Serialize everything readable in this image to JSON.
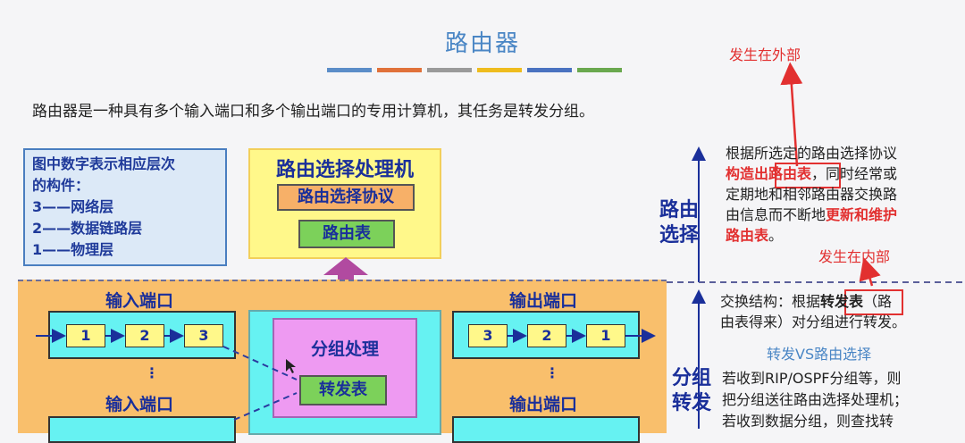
{
  "title": "路由器",
  "stripe_colors": [
    "#5b8dc8",
    "#e0713a",
    "#9a9a9a",
    "#eebc1e",
    "#4a72c0",
    "#6aa84f"
  ],
  "intro": "路由器是一种具有多个输入端口和多个输出端口的专用计算机，其任务是转发分组。",
  "legend": {
    "heading_line1": "图中数字表示相应层次",
    "heading_line2": "的构件：",
    "items": [
      "3——网络层",
      "2——数据链路层",
      "1——物理层"
    ]
  },
  "routing_processor": {
    "title": "路由选择处理机",
    "protocol": "路由选择协议",
    "table": "路由表"
  },
  "input_port": {
    "label": "输入端口",
    "cells": [
      "1",
      "2",
      "3"
    ],
    "ellipsis": "⋮"
  },
  "output_port": {
    "label": "输出端口",
    "cells": [
      "3",
      "2",
      "1"
    ],
    "ellipsis": "⋮"
  },
  "packet_processing": {
    "label": "分组处理",
    "table": "转发表"
  },
  "side_labels": {
    "routing": [
      "路由",
      "选择"
    ],
    "forwarding": [
      "分组",
      "转发"
    ]
  },
  "annotations": {
    "external": "发生在外部",
    "internal": "发生在内部",
    "vs": "转发VS路由选择"
  },
  "routing_text": {
    "p1": "根据所选定的路由选择协议",
    "p2_red": "构造出路由表",
    "p2_tail": "，同时经常或",
    "p3": "定期地和相邻路由器交换路",
    "p4_pre": "由信息而不断地",
    "p4_red": "更新和维护",
    "p5_red": "路由表",
    "p5_tail": "。"
  },
  "forward_text": {
    "l1_pre": "交换结构：根据",
    "l1_box": "转发表",
    "l1_post": "（路",
    "l2": "由表得来）对分组进行转发。"
  },
  "forward_text2": {
    "l1": "若收到RIP/OSPF分组等，则",
    "l2": "把分组送往路由选择处理机；",
    "l3": "若收到数据分组，则查找转"
  }
}
